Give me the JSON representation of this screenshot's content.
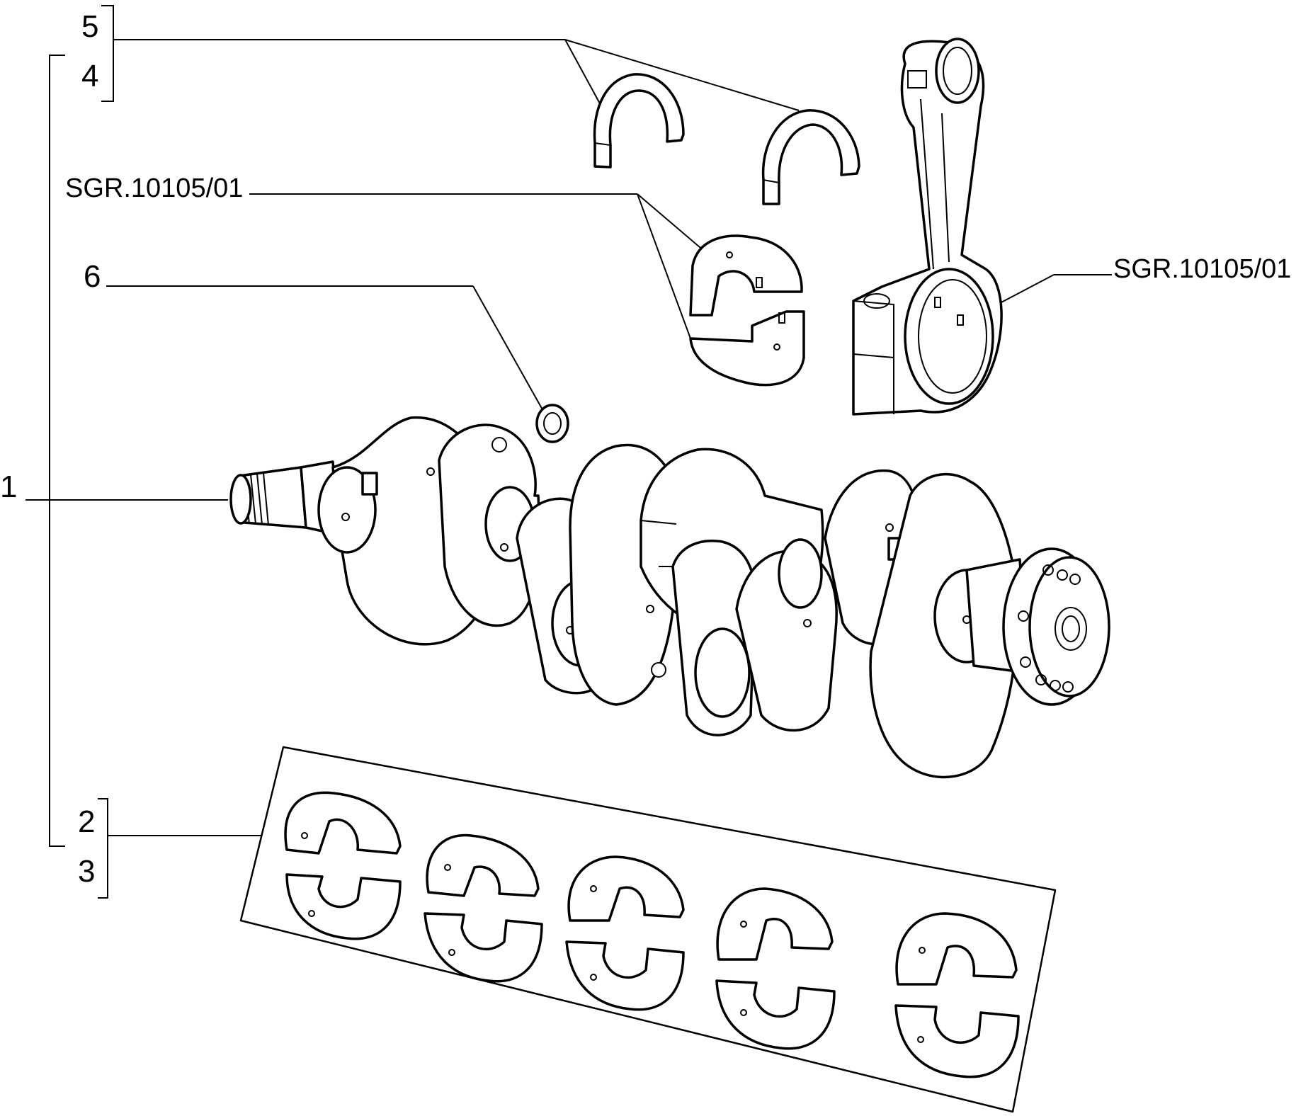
{
  "callouts": {
    "c1": "1",
    "c2": "2",
    "c3": "3",
    "c4": "4",
    "c5": "5",
    "c6": "6",
    "ref_left": "SGR.10105/01",
    "ref_right": "SGR.10105/01"
  },
  "colors": {
    "line": "#000000",
    "background": "#ffffff"
  }
}
